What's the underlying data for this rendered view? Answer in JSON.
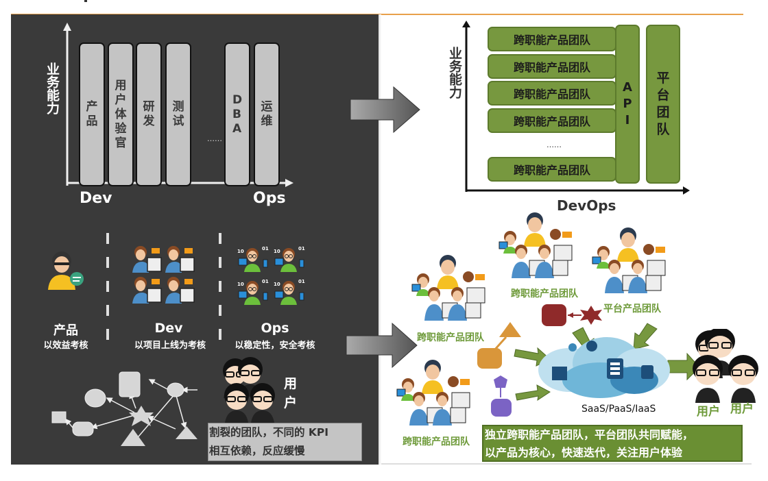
{
  "left_top": {
    "y_axis_label": "业务能力",
    "x_axis_start": "Dev",
    "x_axis_end": "Ops",
    "columns": [
      {
        "label": "产品"
      },
      {
        "label": "用户体验官"
      },
      {
        "label": "研发"
      },
      {
        "label": "测试"
      },
      {
        "label": "DBA"
      },
      {
        "label": "运维"
      }
    ],
    "ellipsis": "……"
  },
  "right_top": {
    "y_axis_label": "业务能力",
    "x_axis_label": "DevOps",
    "team_rows": [
      "跨职能产品团队",
      "跨职能产品团队",
      "跨职能产品团队",
      "跨职能产品团队",
      "跨职能产品团队"
    ],
    "ellipsis": "……",
    "api_label": "API",
    "platform_label": "平台团队"
  },
  "left_bottom": {
    "groups": [
      {
        "title": "产品",
        "subtitle": "以效益考核",
        "icon": "product-manager-icon"
      },
      {
        "title": "Dev",
        "subtitle": "以项目上线为考核",
        "icon": "developers-icon"
      },
      {
        "title": "Ops",
        "subtitle": "以稳定性，安全考核",
        "icon": "ops-engineers-icon"
      }
    ],
    "users_label": "用户",
    "summary_line1": "割裂的团队，不同的 KPI",
    "summary_line2": "相互依赖，反应缓慢"
  },
  "right_bottom": {
    "team_labels": [
      "跨职能产品团队",
      "跨职能产品团队",
      "平台产品团队",
      "跨职能产品团队"
    ],
    "cloud_label": "SaaS/PaaS/IaaS",
    "user_labels": [
      "用户",
      "用户"
    ],
    "summary_line1": "独立跨职能产品团队，平台团队共同赋能，",
    "summary_line2": "以产品为核心，快速迭代，关注用户体验"
  },
  "colors": {
    "dark_panel": "#3a3a3a",
    "green": "#77983f",
    "green_text": "#6e9a3a",
    "orange_line": "#e8a04a",
    "column_gray": "#c4c4c4"
  }
}
